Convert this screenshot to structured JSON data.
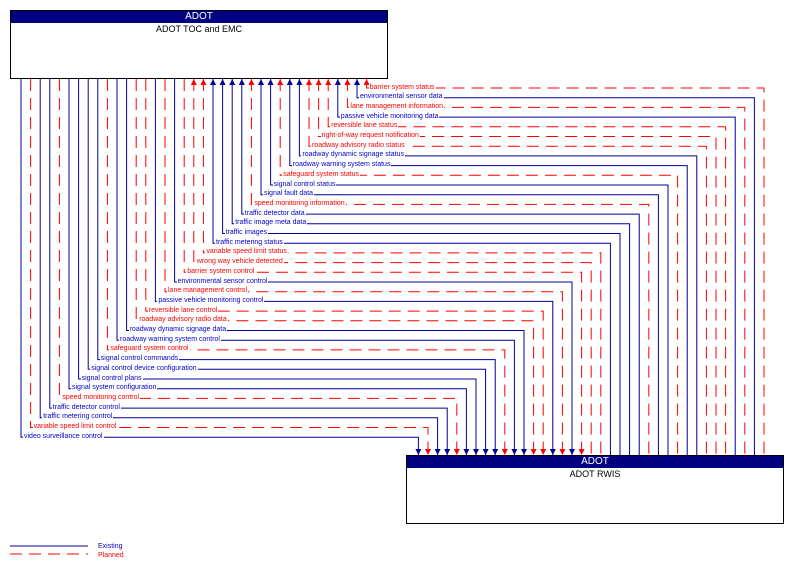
{
  "colors": {
    "existing": "#000099",
    "planned": "#ff0000",
    "header": "#000080"
  },
  "elements": {
    "top": {
      "owner": "ADOT",
      "name": "ADOT TOC and EMC"
    },
    "bottom": {
      "owner": "ADOT",
      "name": "ADOT RWIS"
    }
  },
  "flows": [
    {
      "label": "barrier system status",
      "status": "planned",
      "direction": "to-top"
    },
    {
      "label": "environmental sensor data",
      "status": "existing",
      "direction": "to-top"
    },
    {
      "label": "lane management information",
      "status": "planned",
      "direction": "to-top"
    },
    {
      "label": "passive vehicle monitoring data",
      "status": "existing",
      "direction": "to-top"
    },
    {
      "label": "reversible lane status",
      "status": "planned",
      "direction": "to-top"
    },
    {
      "label": "right-of-way request notification",
      "status": "planned",
      "direction": "to-top"
    },
    {
      "label": "roadway advisory radio status",
      "status": "planned",
      "direction": "to-top"
    },
    {
      "label": "roadway dynamic signage status",
      "status": "existing",
      "direction": "to-top"
    },
    {
      "label": "roadway warning system status",
      "status": "existing",
      "direction": "to-top"
    },
    {
      "label": "safeguard system status",
      "status": "planned",
      "direction": "to-top"
    },
    {
      "label": "signal control status",
      "status": "existing",
      "direction": "to-top"
    },
    {
      "label": "signal fault data",
      "status": "existing",
      "direction": "to-top"
    },
    {
      "label": "speed monitoring information",
      "status": "planned",
      "direction": "to-top"
    },
    {
      "label": "traffic detector data",
      "status": "existing",
      "direction": "to-top"
    },
    {
      "label": "traffic image meta data",
      "status": "existing",
      "direction": "to-top"
    },
    {
      "label": "traffic images",
      "status": "existing",
      "direction": "to-top"
    },
    {
      "label": "traffic metering status",
      "status": "existing",
      "direction": "to-top"
    },
    {
      "label": "variable speed limit status",
      "status": "planned",
      "direction": "to-top"
    },
    {
      "label": "wrong way vehicle detected",
      "status": "planned",
      "direction": "to-top"
    },
    {
      "label": "barrier system control",
      "status": "planned",
      "direction": "to-bottom"
    },
    {
      "label": "environmental sensor control",
      "status": "existing",
      "direction": "to-bottom"
    },
    {
      "label": "lane management control",
      "status": "planned",
      "direction": "to-bottom"
    },
    {
      "label": "passive vehicle monitoring control",
      "status": "existing",
      "direction": "to-bottom"
    },
    {
      "label": "reversible lane control",
      "status": "planned",
      "direction": "to-bottom"
    },
    {
      "label": "roadway advisory radio data",
      "status": "planned",
      "direction": "to-bottom"
    },
    {
      "label": "roadway dynamic signage data",
      "status": "existing",
      "direction": "to-bottom"
    },
    {
      "label": "roadway warning system control",
      "status": "existing",
      "direction": "to-bottom"
    },
    {
      "label": "safeguard system control",
      "status": "planned",
      "direction": "to-bottom"
    },
    {
      "label": "signal control commands",
      "status": "existing",
      "direction": "to-bottom"
    },
    {
      "label": "signal control device configuration",
      "status": "existing",
      "direction": "to-bottom"
    },
    {
      "label": "signal control plans",
      "status": "existing",
      "direction": "to-bottom"
    },
    {
      "label": "signal system configuration",
      "status": "existing",
      "direction": "to-bottom"
    },
    {
      "label": "speed monitoring control",
      "status": "planned",
      "direction": "to-bottom"
    },
    {
      "label": "traffic detector control",
      "status": "existing",
      "direction": "to-bottom"
    },
    {
      "label": "traffic metering control",
      "status": "existing",
      "direction": "to-bottom"
    },
    {
      "label": "variable speed limit control",
      "status": "planned",
      "direction": "to-bottom"
    },
    {
      "label": "video surveillance control",
      "status": "existing",
      "direction": "to-bottom"
    }
  ],
  "legend": {
    "existing": "Existing",
    "planned": "Planned"
  }
}
